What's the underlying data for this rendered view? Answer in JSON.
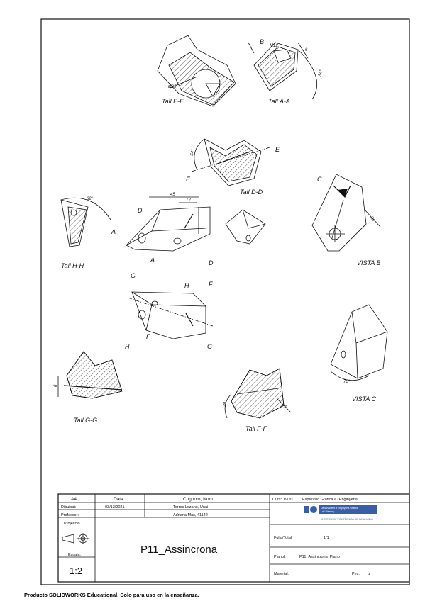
{
  "views": {
    "tall_ee": "Tall E-E",
    "tall_aa": "Tall A-A",
    "tall_dd": "Tall D-D",
    "tall_hh": "Tall H-H",
    "vista_b": "VISTA B",
    "tall_gg": "Tall G-G",
    "tall_ff": "Tall F-F",
    "vista_c": "VISTA C"
  },
  "dims": {
    "d25": "Ø25",
    "m12": "M12",
    "ang54a": "54°",
    "ang54b": "54°",
    "ang62": "62°",
    "d45": "45",
    "d12": "12",
    "d30": "30",
    "ang70": "70°",
    "d8": "8",
    "d20": "20",
    "d6": "6"
  },
  "section_letters": {
    "A": "A",
    "B": "B",
    "C": "C",
    "D": "D",
    "E": "E",
    "F": "F",
    "G": "G",
    "H": "H"
  },
  "title_block": {
    "format": "A4",
    "date_label": "Data",
    "name_label": "Cognom, Nom",
    "course": "Curs: 19/20",
    "subject": "Expressió Gràfica a l'Enginyeria",
    "drawn_label": "Dibuixat:",
    "drawn_date": "03/12/2021",
    "drawn_by": "Torres Lozano, Unai",
    "professor_label": "Professor:",
    "professor": "Adriana Mas, 41142",
    "projection_label": "Projecció",
    "scale_label": "Escala:",
    "scale": "1:2",
    "title": "P11_Assincrona",
    "sheet_label": "Fulla/Total",
    "sheet": "1/1",
    "plan_label": "Planol:",
    "plan": "P11_Assincrona_Plano",
    "material_label": "Material:",
    "weight_label": "Pes:",
    "weight_unit": "g",
    "dept_line1": "Departament d'Enginyeria Gràfica",
    "dept_line2": "i de Disseny",
    "university": "UNIVERSITAT POLITÈCNICA DE CATALUNYA"
  },
  "footer": "Producto SOLIDWORKS Educational. Solo para uso en la enseñanza."
}
